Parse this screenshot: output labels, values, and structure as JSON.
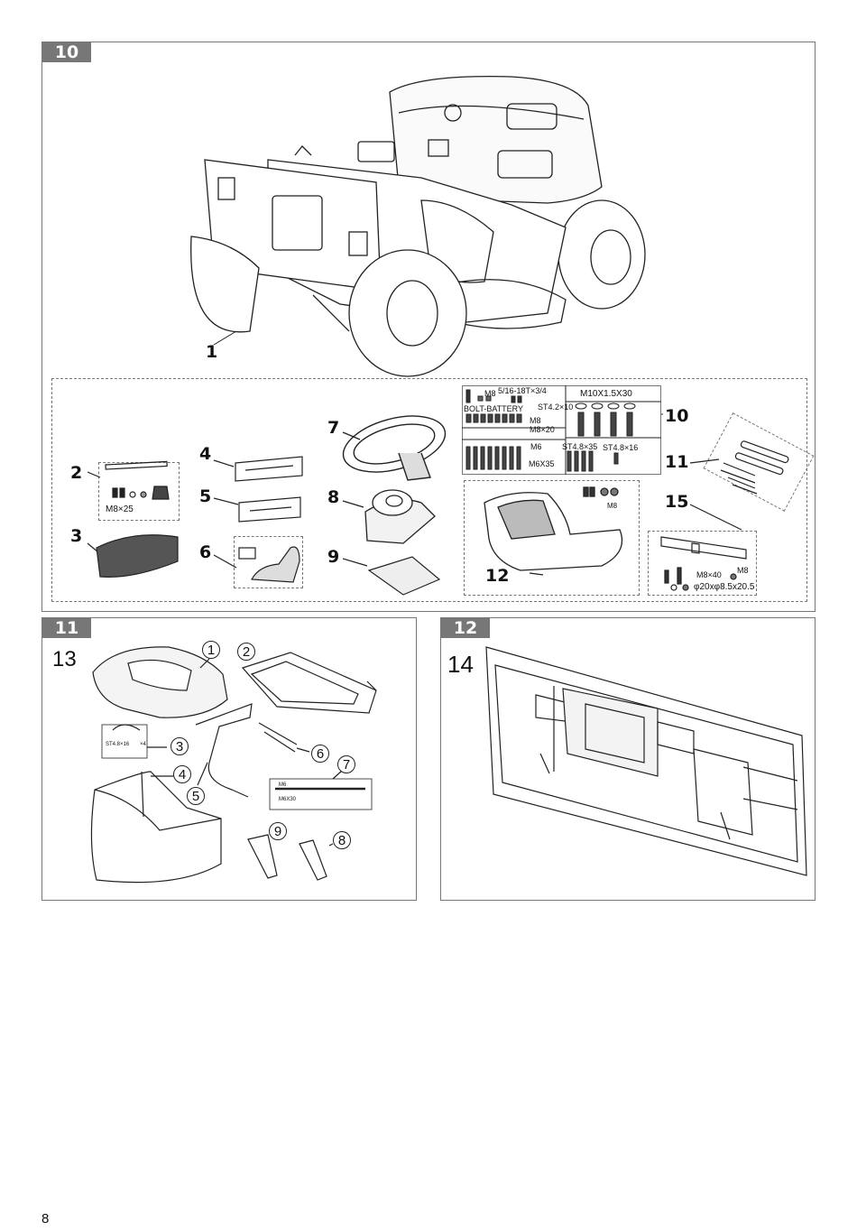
{
  "page_number": "8",
  "panel10": {
    "tag": "10",
    "callouts": [
      "1",
      "2",
      "3",
      "4",
      "5",
      "6",
      "7",
      "8",
      "9",
      "10",
      "11",
      "12",
      "15"
    ],
    "hw2": "M8×25",
    "hw10": [
      "M8",
      "5/16-18T×3/4",
      "BOLT-BATTERY",
      "ST4.2×10",
      "M10X1.5X30",
      "M8",
      "M8×20",
      "M6",
      "M6X35",
      "ST4.8×35",
      "ST4.8×16"
    ],
    "hw12": "M8",
    "hw15": [
      "M8×40",
      "M8",
      "φ20xφ8.5x20.5"
    ]
  },
  "panel11": {
    "tag": "11",
    "figure": "13",
    "circles": [
      "1",
      "2",
      "3",
      "4",
      "5",
      "6",
      "7",
      "8",
      "9"
    ],
    "hw3": [
      "ST4.8×16",
      "×4"
    ],
    "hw7": [
      "M6",
      "M6X30"
    ]
  },
  "panel12": {
    "tag": "12",
    "figure": "14"
  }
}
